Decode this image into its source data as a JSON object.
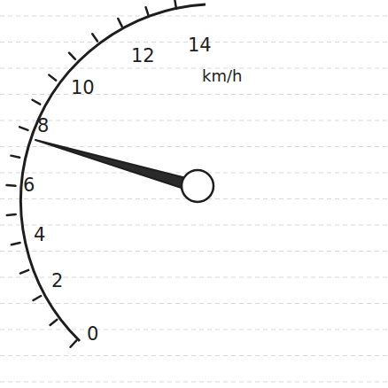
{
  "diagram": {
    "labels": [
      "0",
      "2",
      "4",
      "6",
      "8",
      "10",
      "12",
      "14",
      "km/h"
    ]
  }
}
